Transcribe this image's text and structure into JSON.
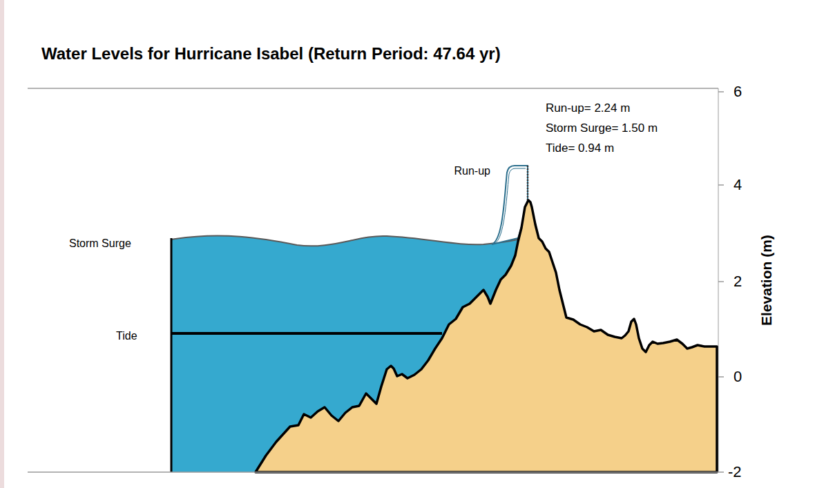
{
  "diagram": {
    "title": "Water Levels for Hurricane Isabel (Return Period: 47.64 yr)",
    "labels": [
      "Run-up= 2.24 m",
      "Storm Surge= 1.50 m",
      "Tide= 0.94 m",
      "6",
      "Run-up",
      "4",
      "Storm Surge",
      "Elevation (m)",
      "2",
      "Tide",
      "0",
      "-2"
    ]
  }
}
